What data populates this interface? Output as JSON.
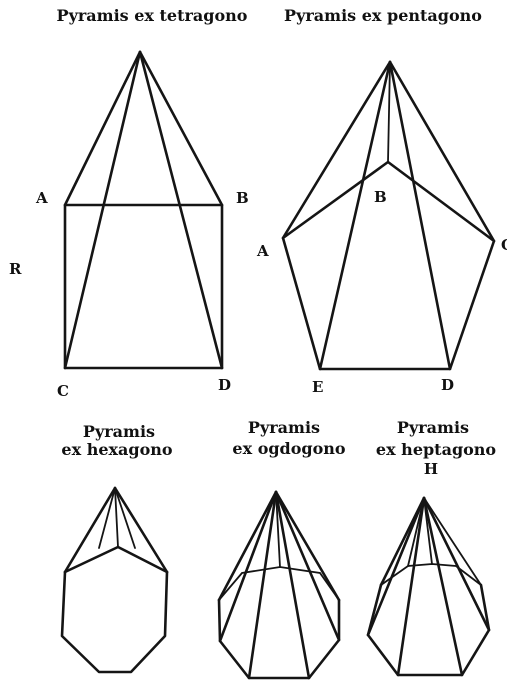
{
  "captions": {
    "tetragono": "Pyramis ex tetragono",
    "pentagono": "Pyramis ex pentagono",
    "hexagono_1": "Pyramis",
    "hexagono_2": "ex hexagono",
    "ogdogono_1": "Pyramis",
    "ogdogono_2": "ex ogdogono",
    "heptagono_1": "Pyramis",
    "heptagono_2": "ex heptagono"
  },
  "labels": {
    "tetra": {
      "A": "A",
      "B": "B",
      "C": "C",
      "D": "D",
      "side": "R"
    },
    "penta": {
      "A": "A",
      "B": "B",
      "C": "C",
      "D": "D",
      "E": "E"
    },
    "hepta": {
      "H": "H"
    }
  },
  "colors": {
    "ink": "#151515",
    "paper": "#ffffff"
  }
}
